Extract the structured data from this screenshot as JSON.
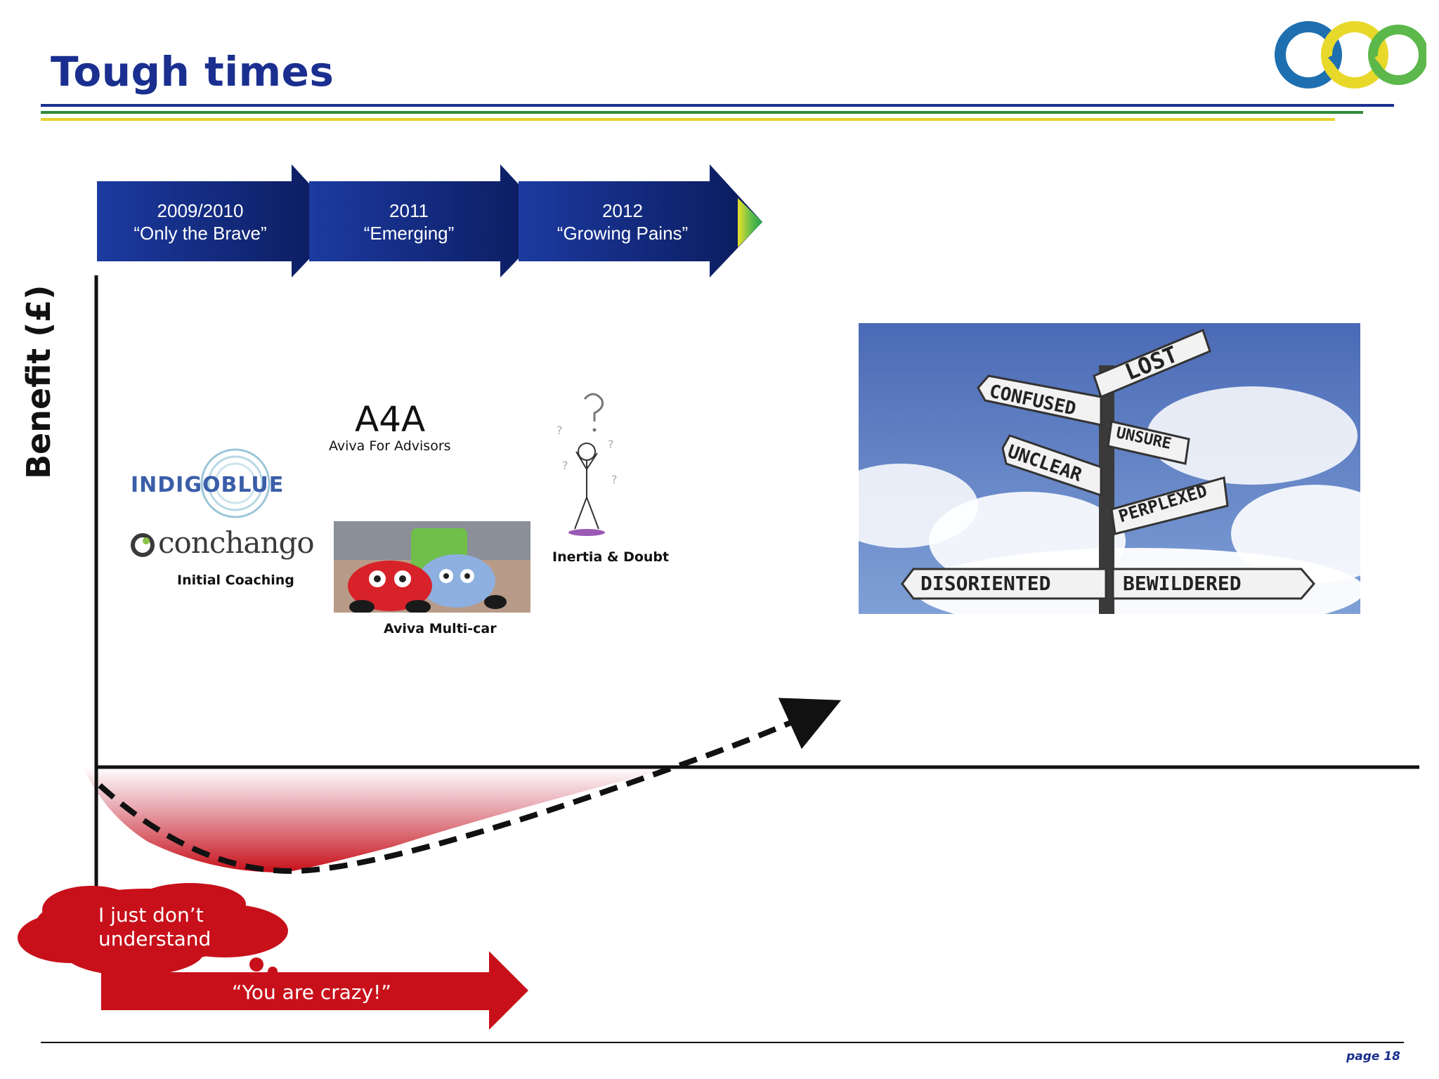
{
  "header": {
    "title": "Tough times",
    "logo": "three-rings-logo",
    "colors": {
      "navy": "#1a2f8f",
      "green": "#2e8b3a",
      "yellow": "#e6d22a"
    }
  },
  "timeline": {
    "phases": [
      {
        "year": "2009/2010",
        "name": "“Only the Brave”"
      },
      {
        "year": "2011",
        "name": "“Emerging”"
      },
      {
        "year": "2012",
        "name": "“Growing Pains”"
      }
    ]
  },
  "axis": {
    "ylabel": "Benefit (£)"
  },
  "items": {
    "indigoblue": "INDIGOBLUE",
    "conchango": "conchango",
    "initial_coaching": "Initial Coaching",
    "a4a_title": "A4A",
    "a4a_subtitle": "Aviva For Advisors",
    "multicar": "Aviva Multi-car",
    "inertia": "Inertia & Doubt"
  },
  "signpost": {
    "signs": [
      "LOST",
      "CONFUSED",
      "UNSURE",
      "UNCLEAR",
      "PERPLEXED",
      "DISORIENTED",
      "BEWILDERED"
    ]
  },
  "bubble": {
    "line1": "I just don’t",
    "line2": "understand"
  },
  "banner": {
    "text": "“You are crazy!”"
  },
  "footer": {
    "page": "page 18"
  }
}
